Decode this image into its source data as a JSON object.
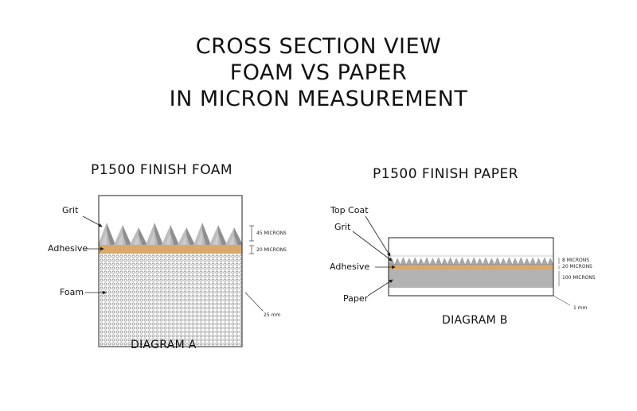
{
  "title": {
    "line1": "CROSS SECTION VIEW",
    "line2": "FOAM VS PAPER",
    "line3": "IN MICRON MEASUREMENT"
  },
  "diagram_a": {
    "heading": "P1500 FINISH FOAM",
    "caption": "DIAGRAM A",
    "labels": {
      "grit": "Grit",
      "adhesive": "Adhesive",
      "foam": "Foam"
    },
    "measurements": {
      "grit": "45 MICRONS",
      "adhesive": "20 MICRONS",
      "total": "25 mm"
    }
  },
  "diagram_b": {
    "heading": "P1500 FINISH PAPER",
    "caption": "DIAGRAM B",
    "labels": {
      "top_coat": "Top Coat",
      "grit": "Grit",
      "adhesive": "Adhesive",
      "paper": "Paper"
    },
    "measurements": {
      "grit": "8 MICRONS",
      "adhesive": "20 MICRONS",
      "paper": "100 MICRONS",
      "total": "1 mm"
    }
  },
  "colors": {
    "adhesive": "#d9a86a",
    "paper": "#b3b3b3",
    "grit": "#a8a8a8",
    "foam_dot": "#777777",
    "line": "#222222"
  }
}
